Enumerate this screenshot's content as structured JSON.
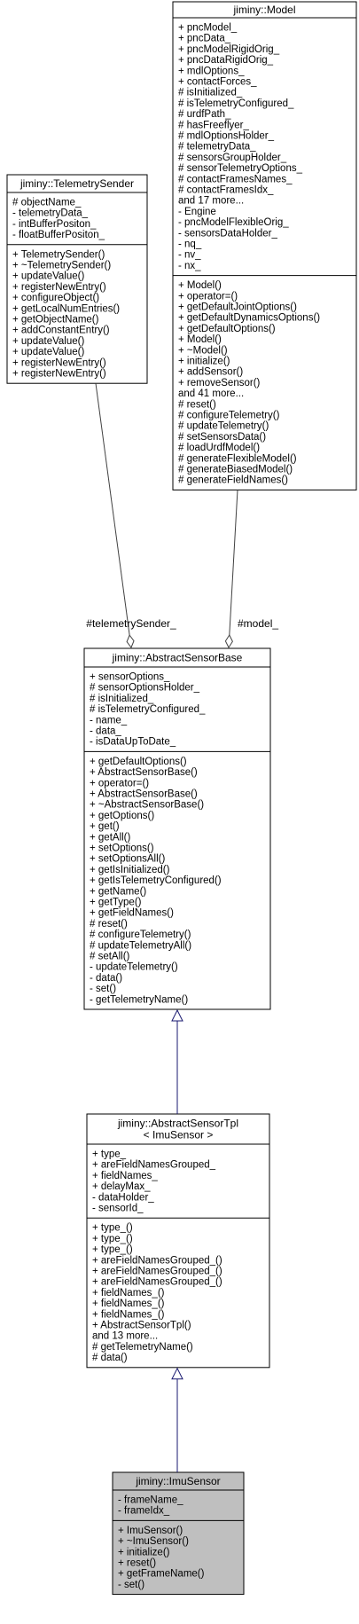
{
  "classes": {
    "model": {
      "title": [
        "jiminy::Model"
      ],
      "attributes": [
        "+ pncModel_",
        "+ pncData_",
        "+ pncModelRigidOrig_",
        "+ pncDataRigidOrig_",
        "+ mdlOptions_",
        "+ contactForces_",
        "# isInitialized_",
        "# isTelemetryConfigured_",
        "# urdfPath_",
        "# hasFreeflyer_",
        "# mdlOptionsHolder_",
        "# telemetryData_",
        "# sensorsGroupHolder_",
        "# sensorTelemetryOptions_",
        "# contactFramesNames_",
        "# contactFramesIdx_",
        "and 17 more...",
        "- Engine",
        "- pncModelFlexibleOrig_",
        "- sensorsDataHolder_",
        "- nq_",
        "- nv_",
        "- nx_"
      ],
      "methods": [
        "+ Model()",
        "+ operator=()",
        "+ getDefaultJointOptions()",
        "+ getDefaultDynamicsOptions()",
        "+ getDefaultOptions()",
        "+ Model()",
        "+ ~Model()",
        "+ initialize()",
        "+ addSensor()",
        "+ removeSensor()",
        "and 41 more...",
        "# reset()",
        "# configureTelemetry()",
        "# updateTelemetry()",
        "# setSensorsData()",
        "# loadUrdfModel()",
        "# generateFlexibleModel()",
        "# generateBiasedModel()",
        "# generateFieldNames()"
      ]
    },
    "telemetry_sender": {
      "title": [
        "jiminy::TelemetrySender"
      ],
      "attributes": [
        "# objectName_",
        "- telemetryData_",
        "- intBufferPositon_",
        "- floatBufferPositon_"
      ],
      "methods": [
        "+ TelemetrySender()",
        "+ ~TelemetrySender()",
        "+ updateValue()",
        "+ registerNewEntry()",
        "+ configureObject()",
        "+ getLocalNumEntries()",
        "+ getObjectName()",
        "+ addConstantEntry()",
        "+ updateValue()",
        "+ updateValue()",
        "+ registerNewEntry()",
        "+ registerNewEntry()"
      ]
    },
    "abstract_sensor_base": {
      "title": [
        "jiminy::AbstractSensorBase"
      ],
      "attributes": [
        "+ sensorOptions_",
        "# sensorOptionsHolder_",
        "# isInitialized_",
        "# isTelemetryConfigured_",
        "- name_",
        "- data_",
        "- isDataUpToDate_"
      ],
      "methods": [
        "+ getDefaultOptions()",
        "+ AbstractSensorBase()",
        "+ operator=()",
        "+ AbstractSensorBase()",
        "+ ~AbstractSensorBase()",
        "+ getOptions()",
        "+ get()",
        "+ getAll()",
        "+ setOptions()",
        "+ setOptionsAll()",
        "+ getIsInitialized()",
        "+ getIsTelemetryConfigured()",
        "+ getName()",
        "+ getType()",
        "+ getFieldNames()",
        "# reset()",
        "# configureTelemetry()",
        "# updateTelemetryAll()",
        "# setAll()",
        "- updateTelemetry()",
        "- data()",
        "- set()",
        "- getTelemetryName()"
      ]
    },
    "abstract_sensor_tpl": {
      "title": [
        "jiminy::AbstractSensorTpl",
        "< ImuSensor >"
      ],
      "attributes": [
        "+ type_",
        "+ areFieldNamesGrouped_",
        "+ fieldNames_",
        "+ delayMax_",
        "- dataHolder_",
        "- sensorId_"
      ],
      "methods": [
        "+ type_()",
        "+ type_()",
        "+ type_()",
        "+ areFieldNamesGrouped_()",
        "+ areFieldNamesGrouped_()",
        "+ areFieldNamesGrouped_()",
        "+ fieldNames_()",
        "+ fieldNames_()",
        "+ fieldNames_()",
        "+ AbstractSensorTpl()",
        "and 13 more...",
        "# getTelemetryName()",
        "# data()"
      ]
    },
    "imu_sensor": {
      "title": [
        "jiminy::ImuSensor"
      ],
      "attributes": [
        "- frameName_",
        "- frameIdx_"
      ],
      "methods": [
        "+ ImuSensor()",
        "+ ~ImuSensor()",
        "+ initialize()",
        "+ reset()",
        "+ getFrameName()",
        "- set()"
      ]
    }
  },
  "edges": {
    "telemetry_sender_label": "#telemetrySender_",
    "model_label": "#model_"
  },
  "colors": {
    "border": "#000000",
    "highlight_fill": "#bfbfbf",
    "inheritance_edge": "#191970",
    "aggregation_edge": "#404040"
  }
}
